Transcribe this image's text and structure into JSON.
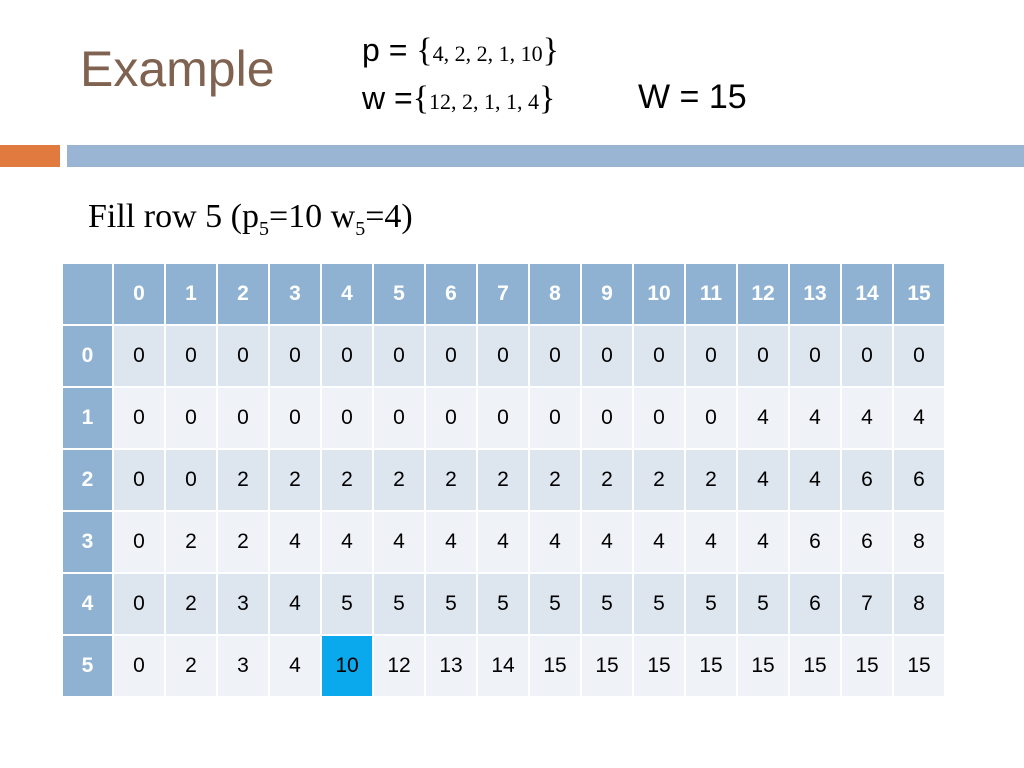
{
  "slide": {
    "title": "Example",
    "p_label": "p = ",
    "p_values": "4, 2, 2, 1, 10",
    "w_label": "w =",
    "w_values": "12, 2, 1, 1, 4",
    "open_brace": "{",
    "close_brace": "}",
    "capacity": "W = 15",
    "subtitle": {
      "text": "Fill row 5   (p",
      "sub1": "5",
      "mid": "=10   w",
      "sub2": "5",
      "end": "=4)"
    }
  },
  "colors": {
    "title": "#7f6350",
    "accent_orange": "#e07a3f",
    "accent_blue": "#9ab5d3",
    "header_blue": "#8fb2d3",
    "row_even": "#dde5ef",
    "row_odd": "#eff2f7",
    "highlight": "#0aa8ec"
  },
  "table": {
    "corner": "",
    "columns": [
      "0",
      "1",
      "2",
      "3",
      "4",
      "5",
      "6",
      "7",
      "8",
      "9",
      "10",
      "11",
      "12",
      "13",
      "14",
      "15"
    ],
    "rows": [
      {
        "label": "0",
        "values": [
          "0",
          "0",
          "0",
          "0",
          "0",
          "0",
          "0",
          "0",
          "0",
          "0",
          "0",
          "0",
          "0",
          "0",
          "0",
          "0"
        ]
      },
      {
        "label": "1",
        "values": [
          "0",
          "0",
          "0",
          "0",
          "0",
          "0",
          "0",
          "0",
          "0",
          "0",
          "0",
          "0",
          "4",
          "4",
          "4",
          "4"
        ]
      },
      {
        "label": "2",
        "values": [
          "0",
          "0",
          "2",
          "2",
          "2",
          "2",
          "2",
          "2",
          "2",
          "2",
          "2",
          "2",
          "4",
          "4",
          "6",
          "6"
        ]
      },
      {
        "label": "3",
        "values": [
          "0",
          "2",
          "2",
          "4",
          "4",
          "4",
          "4",
          "4",
          "4",
          "4",
          "4",
          "4",
          "4",
          "6",
          "6",
          "8"
        ]
      },
      {
        "label": "4",
        "values": [
          "0",
          "2",
          "3",
          "4",
          "5",
          "5",
          "5",
          "5",
          "5",
          "5",
          "5",
          "5",
          "5",
          "6",
          "7",
          "8"
        ]
      },
      {
        "label": "5",
        "values": [
          "0",
          "2",
          "3",
          "4",
          "10",
          "12",
          "13",
          "14",
          "15",
          "15",
          "15",
          "15",
          "15",
          "15",
          "15",
          "15"
        ]
      }
    ],
    "highlight": {
      "row": 5,
      "col": 4
    }
  }
}
